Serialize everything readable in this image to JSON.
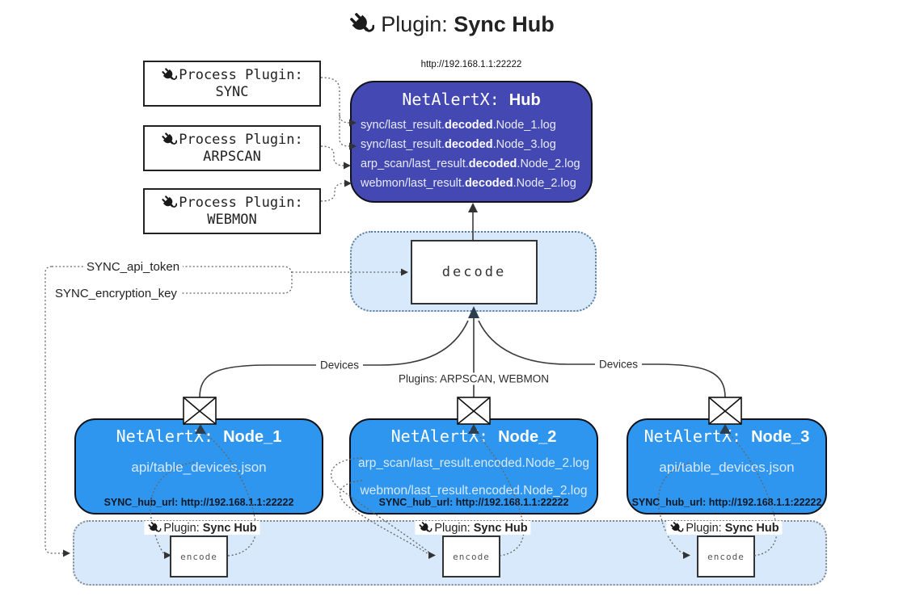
{
  "title": {
    "prefix": "Plugin: ",
    "bold": "Sync Hub"
  },
  "process_plugins": [
    {
      "label": "Process Plugin:",
      "name": "SYNC"
    },
    {
      "label": "Process Plugin:",
      "name": "ARPSCAN"
    },
    {
      "label": "Process Plugin:",
      "name": "WEBMON"
    }
  ],
  "hub": {
    "url": "http://192.168.1.1:22222",
    "title_prefix": "NetAlertX: ",
    "title_bold": "Hub",
    "files": [
      {
        "pre": "sync/last_result.",
        "bold": "decoded",
        "post": ".Node_1.log"
      },
      {
        "pre": "sync/last_result.",
        "bold": "decoded",
        "post": ".Node_3.log"
      },
      {
        "pre": "arp_scan/last_result.",
        "bold": "decoded",
        "post": ".Node_2.log"
      },
      {
        "pre": "webmon/last_result.",
        "bold": "decoded",
        "post": ".Node_2.log"
      }
    ]
  },
  "decode": {
    "label": "decode"
  },
  "settings": {
    "api_token": "SYNC_api_token",
    "encryption_key": "SYNC_encryption_key"
  },
  "edge_labels": {
    "devices_left": "Devices",
    "devices_right": "Devices",
    "plugins_center": "Plugins: ARPSCAN, WEBMON"
  },
  "nodes": [
    {
      "title_prefix": "NetAlertX: ",
      "title_bold": "Node_1",
      "files": [
        "api/table_devices.json"
      ],
      "hub_url": "SYNC_hub_url: http://192.168.1.1:22222"
    },
    {
      "title_prefix": "NetAlertX: ",
      "title_bold": "Node_2",
      "files": [
        "arp_scan/last_result.encoded.Node_2.log",
        "webmon/last_result.encoded.Node_2.log"
      ],
      "hub_url": "SYNC_hub_url: http://192.168.1.1:22222"
    },
    {
      "title_prefix": "NetAlertX: ",
      "title_bold": "Node_3",
      "files": [
        "api/table_devices.json"
      ],
      "hub_url": "SYNC_hub_url: http://192.168.1.1:22222"
    }
  ],
  "sync_band": {
    "labels": [
      {
        "prefix": "Plugin: ",
        "bold": "Sync Hub"
      },
      {
        "prefix": "Plugin: ",
        "bold": "Sync Hub"
      },
      {
        "prefix": "Plugin: ",
        "bold": "Sync Hub"
      }
    ],
    "encode_label": "encode"
  },
  "colors": {
    "hub_bg": "#4448b2",
    "node_bg": "#2e96ee",
    "panel_bg": "#d7e9fb",
    "panel_border": "#5b7e9e",
    "band_border": "#85898f",
    "line": "#3a3a3a",
    "dotted": "#666666",
    "arrow_dark": "#2c3e50",
    "text_light": "#e9ecf5"
  }
}
